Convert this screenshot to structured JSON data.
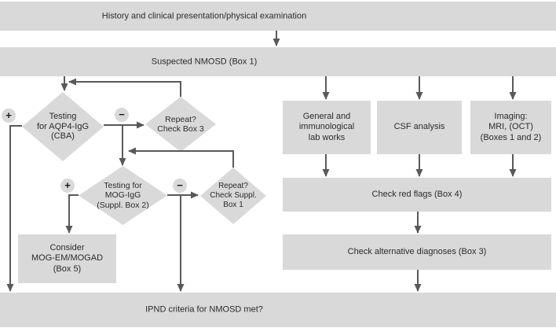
{
  "colors": {
    "box_fill": "#d9d9d9",
    "line": "#595959",
    "text": "#2b2b2b"
  },
  "banners": {
    "history": "History and clinical presentation/physical examination",
    "suspected": "Suspected NMOSD (Box 1)",
    "ipnd": "IPND criteria for NMOSD met?"
  },
  "antibody_testing": {
    "aqp4": {
      "label": "Testing\nfor AQP4-IgG\n(CBA)",
      "positive_sign": "+",
      "negative_sign": "−"
    },
    "aqp4_repeat": {
      "label": "Repeat?\nCheck Box 3"
    },
    "mog": {
      "label": "Testing for\nMOG-IgG\n(Suppl. Box 2)",
      "positive_sign": "+",
      "negative_sign": "−"
    },
    "mog_repeat": {
      "label": "Repeat?\nCheck Suppl.\nBox 1"
    },
    "consider": {
      "label": "Consider\nMOG-EM/MOGAD\n(Box 5)"
    }
  },
  "workup": {
    "lab": {
      "label": "General and\nimmunological\nlab works"
    },
    "csf": {
      "label": "CSF analysis"
    },
    "imaging": {
      "label": "Imaging:\nMRI, (OCT)\n(Boxes 1 and 2)"
    },
    "red_flags": {
      "label": "Check red flags (Box 4)"
    },
    "alternative": {
      "label": "Check alternative diagnoses (Box 3)"
    }
  }
}
